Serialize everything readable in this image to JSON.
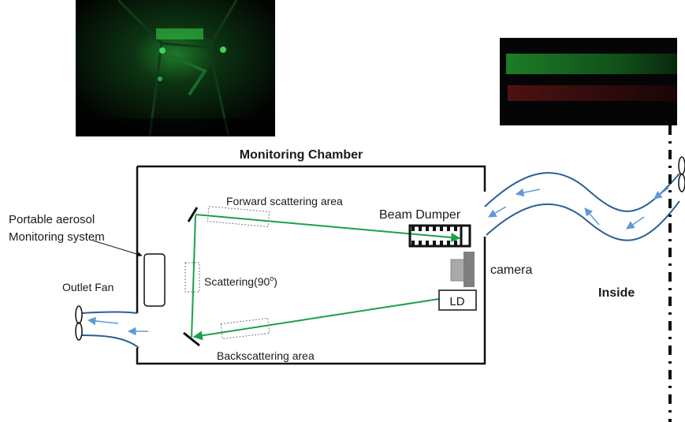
{
  "labels": {
    "chamber_title": "Monitoring Chamber",
    "forward": "Forward scattering area",
    "beam_dumper": "Beam Dumper",
    "portable_line1": "Portable aerosol",
    "portable_line2": "Monitoring system",
    "outlet_fan": "Outlet Fan",
    "scattering_prefix": "Scattering(90",
    "scattering_sup": "o",
    "scattering_suffix": ")",
    "camera": "camera",
    "ld": "LD",
    "inside": "Inside",
    "backscatter": "Backscattering area"
  },
  "colors": {
    "laser": "#1aa04a",
    "duct": "#2c5f93",
    "flow_arrow": "#5b9bd5",
    "chamber": "#111111"
  },
  "photos": {
    "left": "chamber-interior-photo",
    "right": "laser-beam-photo"
  }
}
